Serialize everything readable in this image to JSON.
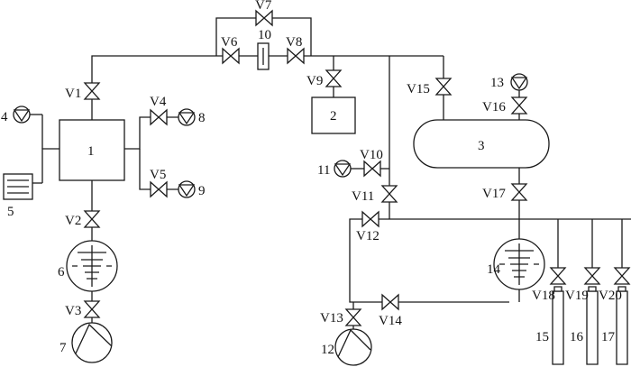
{
  "diagram": {
    "components": {
      "c1": "1",
      "c2": "2",
      "c3": "3",
      "c4": "4",
      "c5": "5",
      "c6": "6",
      "c7": "7",
      "c8": "8",
      "c9": "9",
      "c10": "10",
      "c11": "11",
      "c12": "12",
      "c13": "13",
      "c14": "14",
      "c15": "15",
      "c16": "16",
      "c17": "17"
    },
    "valves": {
      "v1": "V1",
      "v2": "V2",
      "v3": "V3",
      "v4": "V4",
      "v5": "V5",
      "v6": "V6",
      "v7": "V7",
      "v8": "V8",
      "v9": "V9",
      "v10": "V10",
      "v11": "V11",
      "v12": "V12",
      "v13": "V13",
      "v14": "V14",
      "v15": "V15",
      "v16": "V16",
      "v17": "V17",
      "v18": "V18",
      "v19": "V19",
      "v20": "V20"
    },
    "icons": {
      "valve": "bowtie-valve-icon",
      "gauge": "vacuum-gauge-icon",
      "molecular_pump": "turbomolecular-pump-icon",
      "rotary_pump": "rotary-vane-pump-icon",
      "cylinder": "gas-cylinder-icon",
      "controller": "gauge-controller-icon",
      "flowmeter": "flowmeter-icon"
    }
  }
}
